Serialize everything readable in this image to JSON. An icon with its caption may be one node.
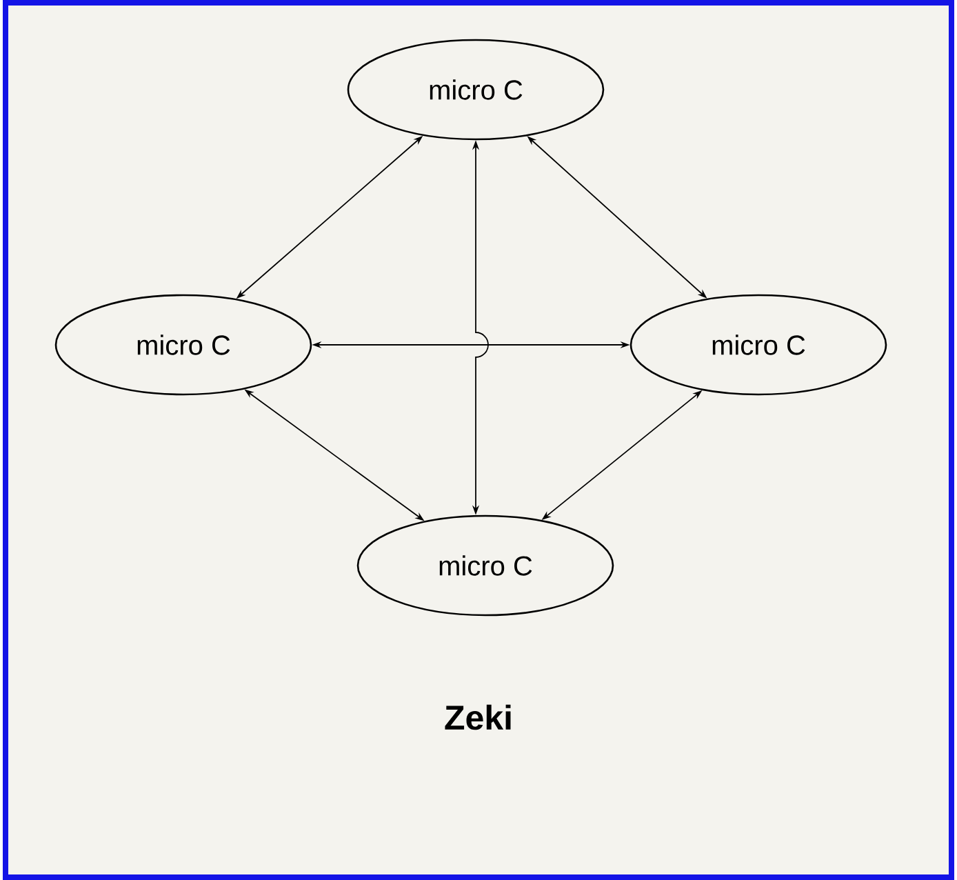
{
  "diagram": {
    "caption": "Zeki",
    "nodes": [
      {
        "text": [
          "micro C"
        ]
      },
      {
        "text": [
          "micro C"
        ]
      },
      {
        "text": [
          "micro C"
        ]
      },
      {
        "text": [
          "micro C"
        ]
      }
    ],
    "edges": [
      {
        "from": 0,
        "to": 1,
        "arrow": "both"
      },
      {
        "from": 0,
        "to": 2,
        "arrow": "both"
      },
      {
        "from": 1,
        "to": 2,
        "arrow": "both"
      },
      {
        "from": 0,
        "to": 3,
        "arrow": "both"
      },
      {
        "from": 1,
        "to": 3,
        "arrow": "both"
      },
      {
        "from": 2,
        "to": 3,
        "arrow": "both"
      }
    ]
  }
}
